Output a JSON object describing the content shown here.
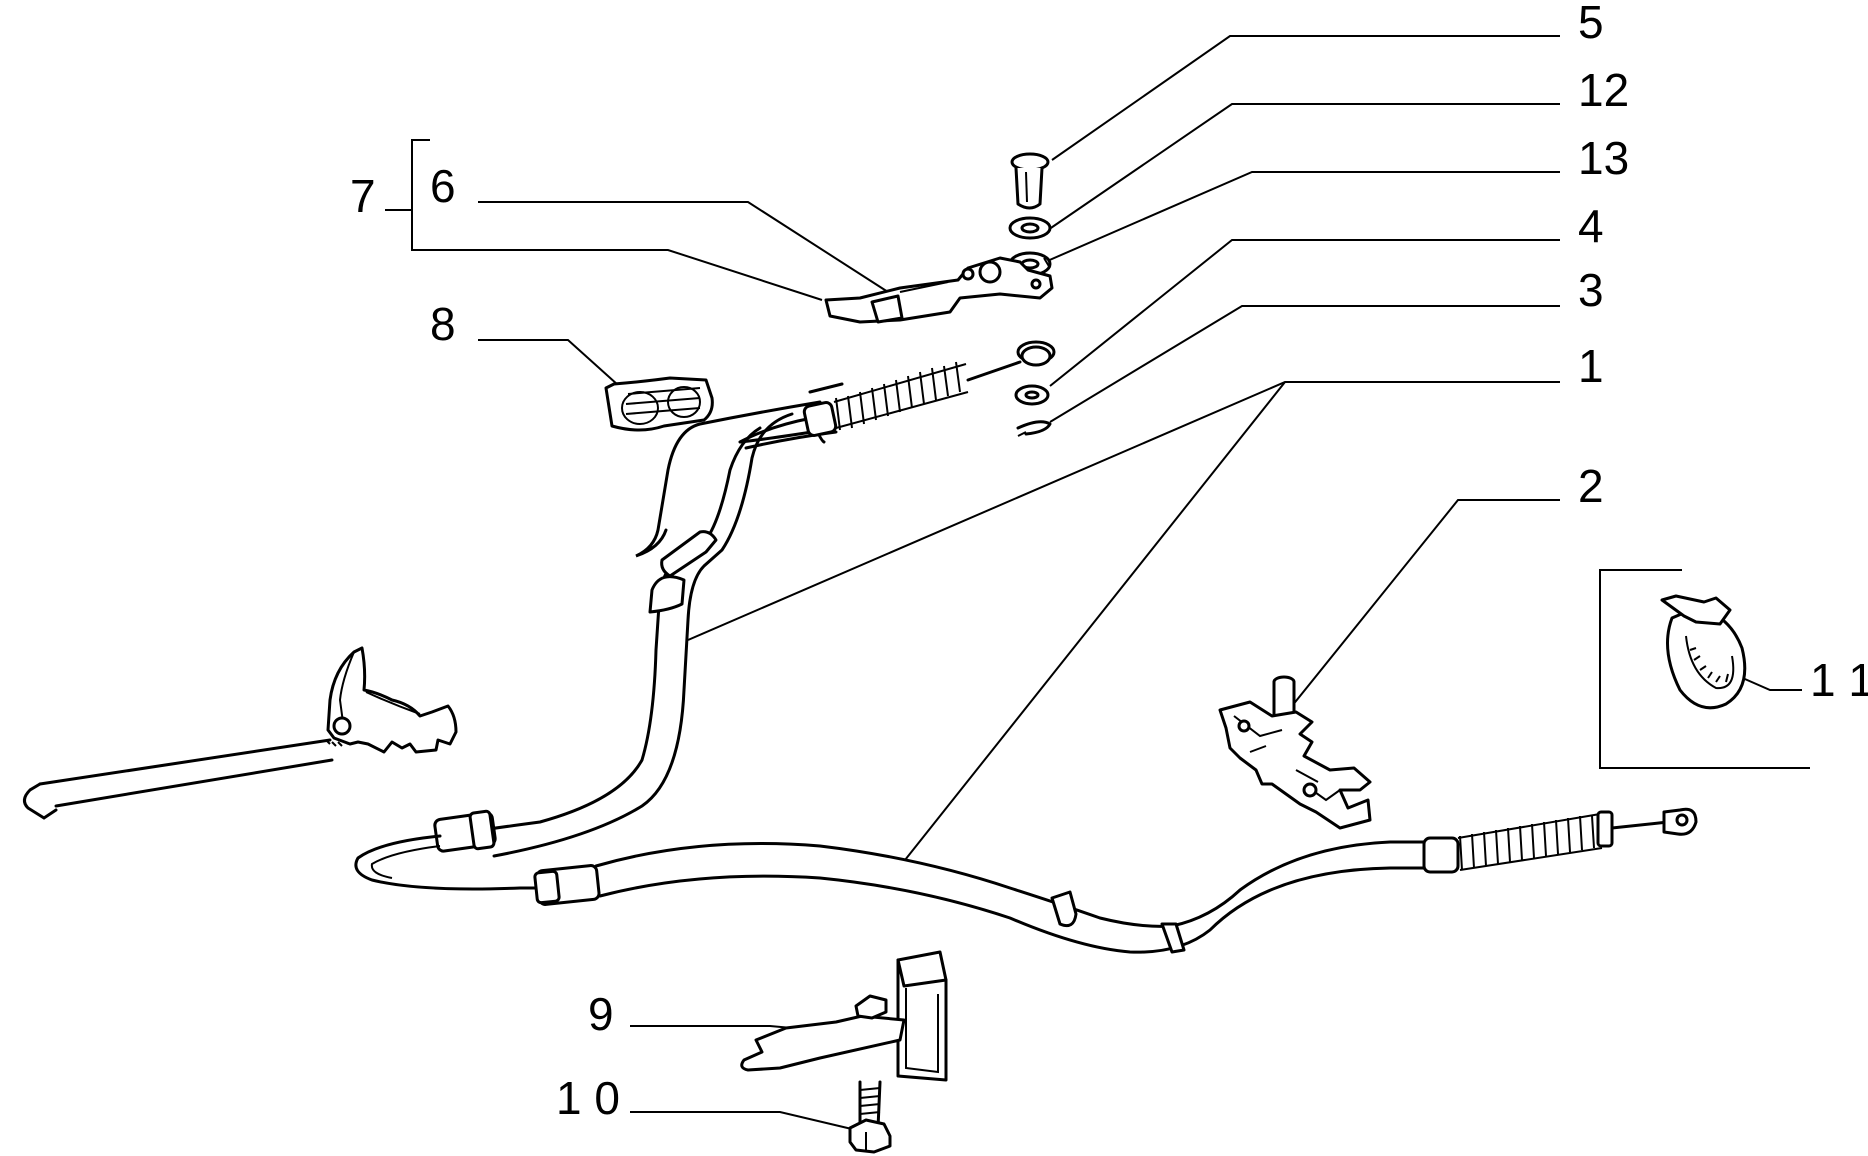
{
  "callouts": [
    {
      "id": "5",
      "text": "5"
    },
    {
      "id": "12",
      "text": "12"
    },
    {
      "id": "13",
      "text": "13"
    },
    {
      "id": "4",
      "text": "4"
    },
    {
      "id": "3",
      "text": "3"
    },
    {
      "id": "1",
      "text": "1"
    },
    {
      "id": "2",
      "text": "2"
    },
    {
      "id": "7",
      "text": "7"
    },
    {
      "id": "6",
      "text": "6"
    },
    {
      "id": "8",
      "text": "8"
    },
    {
      "id": "9",
      "text": "9"
    },
    {
      "id": "10",
      "text": "1 0"
    },
    {
      "id": "11",
      "text": "1 1"
    }
  ]
}
